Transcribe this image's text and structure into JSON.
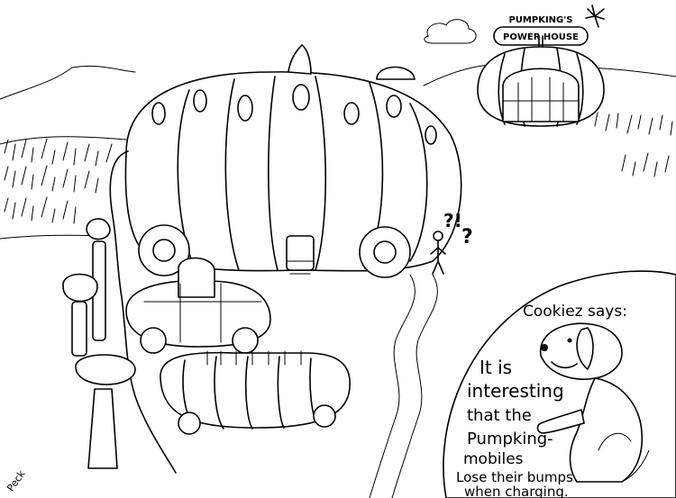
{
  "sign": {
    "line1": "PUMPKING'S",
    "line2": "POWER HOUSE"
  },
  "exclaim": {
    "left": "?!",
    "right": "?"
  },
  "bubble": {
    "speaker": "Cookiez says:",
    "lines": [
      "It is",
      "interesting",
      "that the",
      "Pumpking-",
      "mobiles",
      "Lose their bumps",
      "when charging."
    ]
  },
  "signature": "Peck",
  "icons": [
    "pumpkin-house",
    "charging-station",
    "pumpkin-car",
    "dog",
    "sun-spark"
  ]
}
